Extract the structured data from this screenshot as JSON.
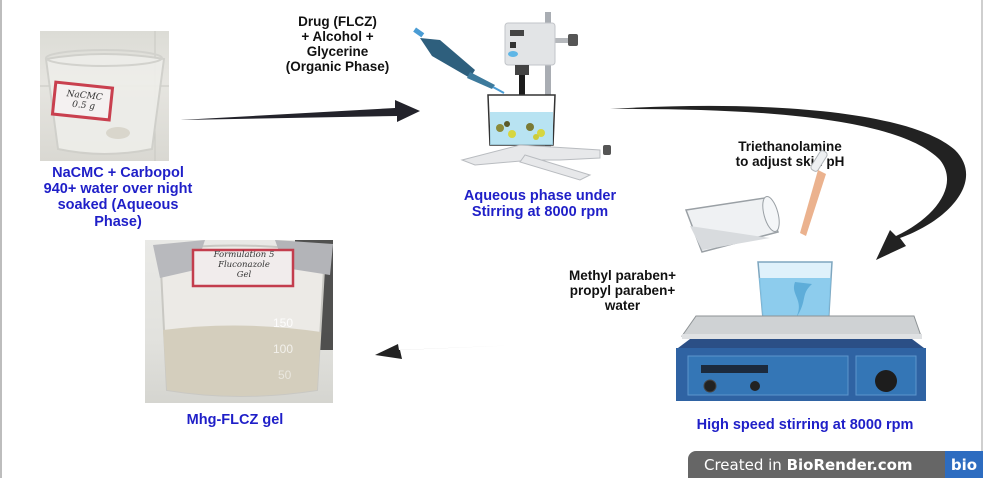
{
  "steps": {
    "aqueous_phase": {
      "label_lines": [
        "NaCMC + Carbopol",
        "940+ water over night",
        "soaked (Aqueous",
        "Phase)"
      ],
      "photo_label_lines": [
        "NaCMC",
        "0.5 g"
      ]
    },
    "organic_phase": {
      "label_lines": [
        "Drug (FLCZ)",
        "+ Alcohol +",
        "Glycerine",
        "(Organic Phase)"
      ]
    },
    "stirring_step": {
      "label_lines": [
        "Aqueous phase under",
        "Stirring at 8000 rpm"
      ]
    },
    "ph_adjust": {
      "label_lines": [
        "Triethanolamine",
        "to adjust skin pH"
      ]
    },
    "preservatives": {
      "label_lines": [
        "Methyl paraben+",
        "propyl paraben+",
        "water"
      ]
    },
    "high_speed": {
      "label_lines": [
        "High speed stirring at 8000 rpm"
      ]
    },
    "final_gel": {
      "label_lines": [
        "Mhg-FLCZ gel"
      ],
      "photo_label_lines": [
        "Formulation 5",
        "Fluconazole",
        "Gel"
      ],
      "beaker_marks": [
        "150",
        "100",
        "50"
      ]
    }
  },
  "colors": {
    "step_label": "#1f1fc8",
    "note_label": "#111111",
    "arrow": "#222222",
    "hotplate": "#2f63a3"
  },
  "watermark": {
    "prefix": "Created in ",
    "brand": "BioRender.com",
    "logo": "bio"
  }
}
